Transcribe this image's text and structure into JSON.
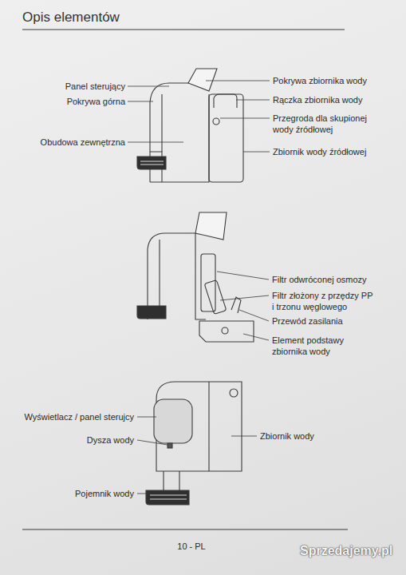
{
  "diagram": {
    "title": "Opis elementów",
    "labels": [
      "Panel sterujący",
      "Pokrywa górna",
      "Obudowa zewnętrzna",
      "Pokrywa zbiornika wody",
      "Rączka zbiornika wody",
      "Przegroda dla skupionej wody źródłowej",
      "Zbiornik wody źródłowej",
      "Filtr odwróconej osmozy",
      "Filtr złożony z przędzy PP i trzonu węglowego",
      "Przewód zasilania",
      "Element podstawy zbiornika wody",
      "Wyświetlacz / panel sterujcy",
      "Dysza wody",
      "Zbiornik wody",
      "Pojemnik wody",
      "10 - PL",
      "Sprzedajemy.pl"
    ]
  }
}
